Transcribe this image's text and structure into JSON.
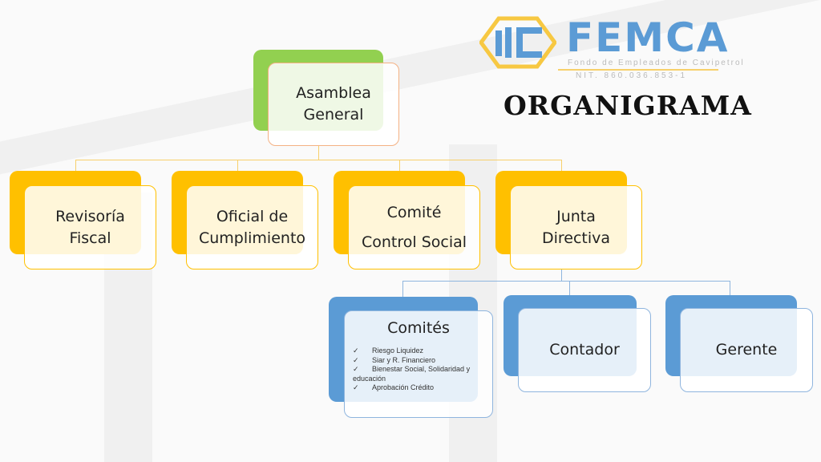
{
  "logo": {
    "name": "FEMCA",
    "subtitle": "Fondo de Empleados de Cavipetrol",
    "nit": "NIT. 860.036.853-1"
  },
  "title": "ORGANIGRAMA",
  "colors": {
    "green": "#92d050",
    "yellow": "#ffc000",
    "blue": "#5b9bd5",
    "orange_border": "#f4b183"
  },
  "nodes": {
    "asamblea": [
      "Asamblea",
      "General"
    ],
    "revisoria": [
      "Revisoría",
      "Fiscal"
    ],
    "oficial": [
      "Oficial de",
      "Cumplimiento"
    ],
    "comite_control": [
      "Comité",
      "Control Social"
    ],
    "junta": [
      "Junta",
      "Directiva"
    ],
    "comites": {
      "label": "Comités",
      "items": [
        "Riesgo Liquidez",
        "Siar y R. Financiero",
        "Bienestar Social, Solidaridad y educación",
        "Aprobación Crédito"
      ],
      "check": "✓"
    },
    "contador": "Contador",
    "gerente": "Gerente"
  }
}
